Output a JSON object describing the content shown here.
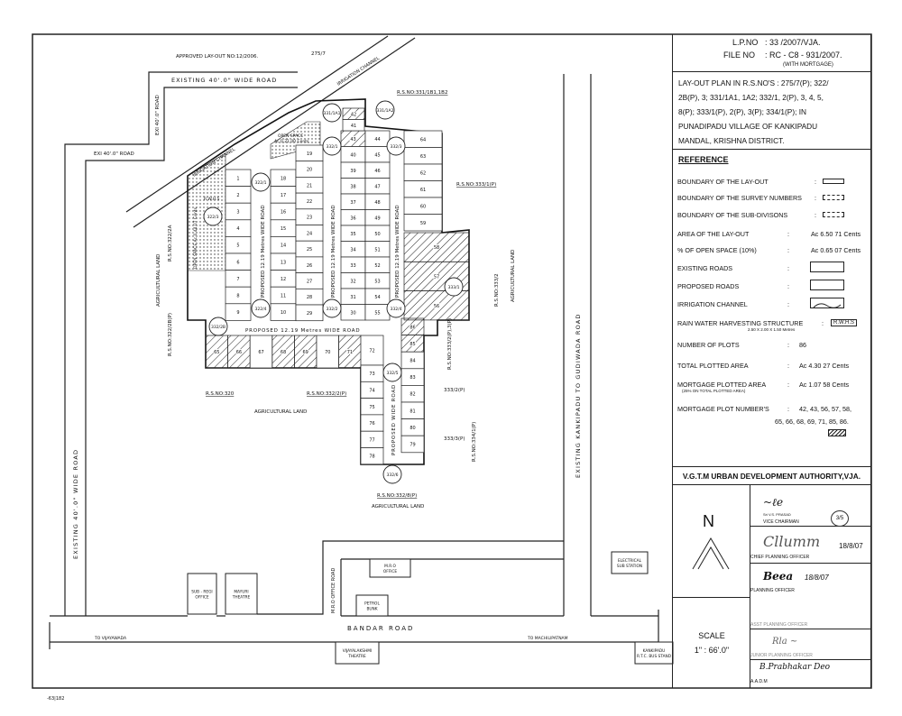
{
  "header": {
    "lp_label": "L.P.NO",
    "lp_value": ": 33 /2007/VJA.",
    "file_label": "FILE NO",
    "file_value": ": RC - C8 - 931/2007.",
    "file_note": "(WITH MORTGAGE)"
  },
  "title_lines": [
    "LAY-OUT PLAN IN R.S.NO'S : 275/7(P); 322/",
    "2B(P), 3; 331/1A1, 1A2; 332/1, 2(P), 3, 4, 5,",
    "8(P); 333/1(P), 2(P), 3(P); 334/1(P); IN",
    "PUNADIPADU VILLAGE OF KANKIPADU",
    "MANDAL, KRISHNA DISTRICT."
  ],
  "reference": {
    "heading": "REFERENCE",
    "items": [
      {
        "label": "BOUNDARY OF THE LAY-OUT",
        "value": ""
      },
      {
        "label": "BOUNDARY OF THE SURVEY NUMBERS",
        "value": ""
      },
      {
        "label": "BOUNDARY OF THE SUB-DIVISONS",
        "value": ""
      },
      {
        "label": "AREA OF THE LAY-OUT",
        "value": "Ac 6.50 71 Cents"
      },
      {
        "label": "% OF OPEN SPACE (10%)",
        "value": "Ac 0.65 07 Cents"
      },
      {
        "label": "EXISTING ROADS",
        "value": ""
      },
      {
        "label": "PROPOSED ROADS",
        "value": ""
      },
      {
        "label": "IRRIGATION CHANNEL",
        "value": ""
      },
      {
        "label": "RAIN WATER HARVESTING STRUCTURE",
        "value": "R.W.H.S",
        "note": "2.50 X 2.00 X 1.50 Metres"
      },
      {
        "label": "NUMBER OF PLOTS",
        "value": "86"
      },
      {
        "label": "TOTAL PLOTTED AREA",
        "value": "Ac 4.30 27 Cents"
      },
      {
        "label": "MORTGAGE PLOTTED AREA",
        "value": "Ac 1.07 58 Cents",
        "note": "(25% ON TOTAL PLOTTED AREA)"
      },
      {
        "label": "MORTGAGE PLOT NUMBER'S",
        "value": "42, 43, 56, 57, 58,",
        "value2": "65, 66, 68, 69, 71, 85, 86."
      }
    ]
  },
  "authority": "V.G.T.M URBAN DEVELOPMENT AUTHORITY,VJA.",
  "north": "N",
  "scale": {
    "label": "SCALE",
    "value": "1\" : 66'.0\""
  },
  "signatories": {
    "vc_name": "Sri V.S. PRASAD",
    "vc": "VICE CHAIRMAN",
    "cpo": "CHIEF PLANNING OFFICER",
    "cpo_date": "18/8/07",
    "po": "PLANNING OFFICER",
    "po_date": "18/8/07",
    "apo": "ASST PLANNING OFFICER",
    "jpo": "JUNIOR PLANNING OFFICER",
    "aadm": "A.A.D.M",
    "stamp": "3/5"
  },
  "mortgage_plots": [
    42,
    43,
    56,
    57,
    58,
    65,
    66,
    68,
    69,
    71,
    85,
    86
  ],
  "plots": {
    "col_a": [
      1,
      2,
      3,
      4,
      5,
      6,
      7,
      8,
      9
    ],
    "col_b": [
      18,
      17,
      16,
      15,
      14,
      13,
      12,
      11,
      10
    ],
    "col_c": [
      19,
      20,
      21,
      22,
      23,
      24,
      25,
      26,
      27,
      28,
      29
    ],
    "col_d": [
      43,
      40,
      39,
      38,
      37,
      36,
      35,
      34,
      33,
      32,
      31,
      30
    ],
    "col_e": [
      44,
      45,
      46,
      47,
      48,
      49,
      50,
      51,
      52,
      53,
      54,
      55
    ],
    "col_top": [
      42,
      41
    ],
    "col_f": [
      64,
      63,
      62,
      61,
      60,
      59
    ],
    "col_g": [
      58,
      57,
      56
    ],
    "row_bottom": [
      65,
      66,
      67,
      68,
      69,
      70,
      71
    ],
    "col_h": [
      72,
      73,
      74,
      75,
      76,
      77,
      78
    ],
    "col_i": [
      86,
      85,
      84,
      83,
      82,
      81,
      80,
      79
    ]
  },
  "map": {
    "approved": "APPROVED LAY-OUT NO:12/2006.",
    "sn_275": "275/7",
    "top_road": "EXISTING   40'.0\"   WIDE   ROAD",
    "short_road_v": "EXI 40'.0\" ROAD",
    "short_road_h": "EXI  40'.0\"  ROAD",
    "left_road": "EXISTING   40'.0\"   WIDE   ROAD",
    "right_road": "EXISTING  KANKIPADU  TO  GUDIWADA  ROAD",
    "channel": "IRRIGATION CHANNEL",
    "rs_331b": "R.S.NO:331/1B1,1B2",
    "rs_333_1": "R.S.NO:333/1(P)",
    "rs_333_2": "R.S.NO:333/2",
    "rs_322_2a": "R.S.NO:322/2A",
    "rs_322_2b": "R.S.NO:322/2B(P)",
    "rs_320": "R.S.NO:320",
    "rs_332_2": "R.S.NO:332/2(P)",
    "rs_333_23": "R.S.NO:333/2(P),3(P)",
    "rs_333_2p": "333/2(P)",
    "rs_333_3p": "333/3(P)",
    "rs_334": "R.S.NO:334/1(P)",
    "rs_332_8": "R.S.NO:332/8(P)",
    "agri": "AGRICULTURAL LAND",
    "open_space_1": "OPEN SPACE",
    "open_space_1v": "Ac 0.21 00 Cents",
    "open_space_2": "OPEN SPACE Ac 0.44 07 Cents",
    "rwhs": "R.W.H.S",
    "prop_road_v1": "PROPOSED 12.19 Metres WIDE ROAD",
    "prop_road_v2": "PROPOSED 12.19 Metres WIDE ROAD",
    "prop_road_v3": "PROPOSED 12.19 Metres WIDE ROAD",
    "prop_road_h": "PROPOSED 12.19 Metres   WIDE   ROAD",
    "prop_road_v4": "PROPOSED WIDE ROAD",
    "circles": [
      "331/1A1",
      "331/1A2",
      "332/1",
      "322/3",
      "322/1",
      "332/3",
      "332/2B",
      "322/4",
      "332/2",
      "332/4",
      "333/1",
      "332/5",
      "332/6"
    ],
    "bandar": "BANDAR   ROAD",
    "to_vij": "TO VIJAYAWADA",
    "to_mac": "TO MACHILIPATNAM",
    "mro_road": "M.R.O OFFICE ROAD",
    "sub_regi": [
      "SUB - REGI",
      "OFFICE"
    ],
    "mayuri": [
      "MAYURI",
      "THEATRE"
    ],
    "mro": [
      "M.R.O",
      "OFFICE"
    ],
    "petrol": [
      "PETROL",
      "BUNK"
    ],
    "elec": [
      "ELECTRICAL",
      "SUB STATION"
    ],
    "vijaya": [
      "VIJAYALAKSHMI",
      "THEATRE"
    ],
    "bus": [
      "KANKIPADU",
      "R.T.C. BUS STAND"
    ],
    "sheet_no": "-63|182"
  }
}
